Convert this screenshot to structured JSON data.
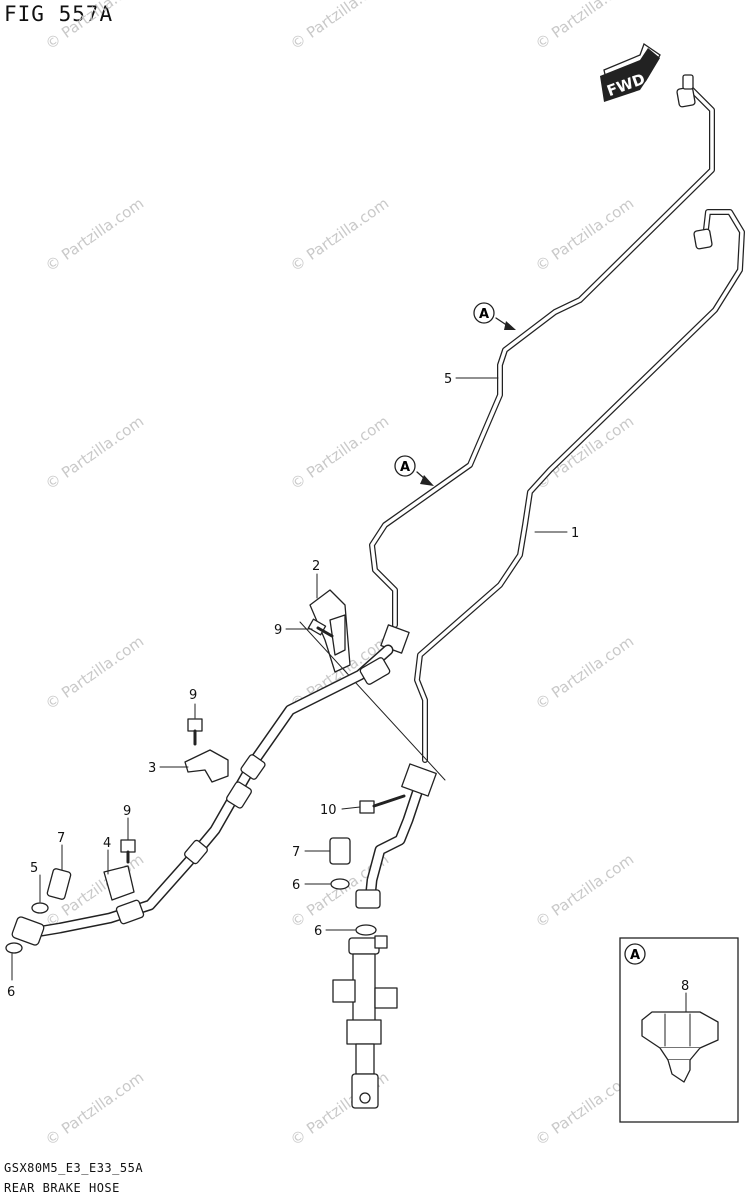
{
  "figure": {
    "title": "FIG 557A",
    "code": "GSX80M5_E3_E33_55A",
    "name": "REAR BRAKE HOSE"
  },
  "watermark": {
    "text": "© Partzilla.com",
    "color": "#c9c9c9"
  },
  "fwd_label": "FWD",
  "ref_marker": "A",
  "callouts": [
    "1",
    "2",
    "3",
    "4",
    "5",
    "6",
    "6",
    "6",
    "6",
    "7",
    "7",
    "8",
    "9",
    "9",
    "9",
    "10"
  ],
  "colors": {
    "line": "#222222",
    "background": "#ffffff"
  }
}
